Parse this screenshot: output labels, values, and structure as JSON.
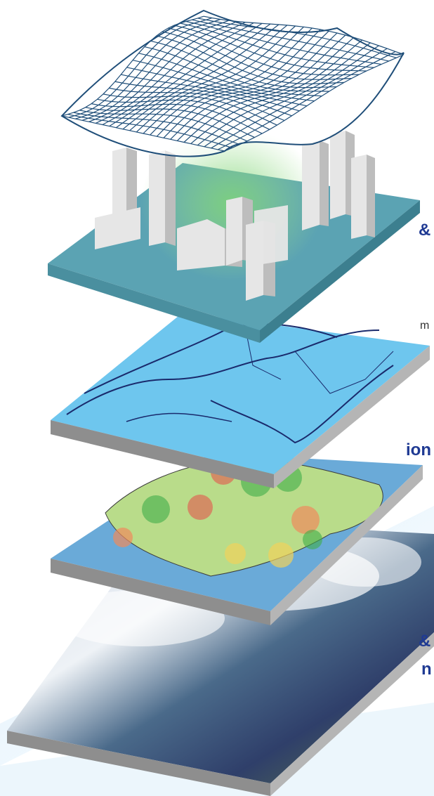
{
  "edge_labels": [
    {
      "text": "&"
    },
    {
      "text": "m"
    },
    {
      "text": "ion"
    },
    {
      "text": "&"
    },
    {
      "text": "n"
    }
  ],
  "colors": {
    "heading": "#1f3a93",
    "mesh": "#1f4e79",
    "base_teal": "#5ba3b3",
    "map_water": "#6ec6ee",
    "land": "#b9dc8a",
    "sea": "#6aaad8",
    "building": "#d9d9d9",
    "layer_edge": "#9a9a9a"
  },
  "layers": [
    {
      "name": "surface-mesh",
      "icon": "mesh-grid-icon"
    },
    {
      "name": "3d-buildings-plume"
    },
    {
      "name": "road-network-map"
    },
    {
      "name": "bubble-map"
    },
    {
      "name": "satellite-image"
    }
  ]
}
